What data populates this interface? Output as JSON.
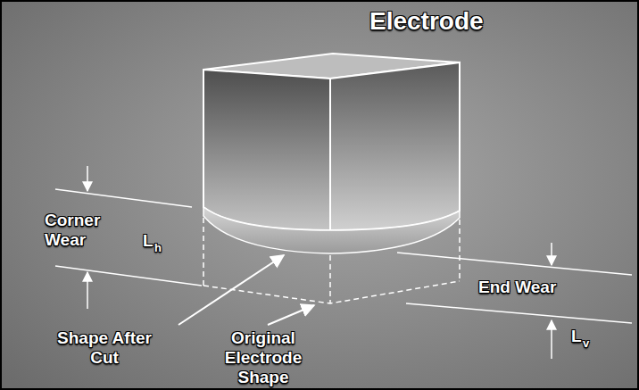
{
  "diagram": {
    "title": "Electrode",
    "labels": [
      "Corner Wear",
      "L",
      "h",
      "End Wear",
      "L",
      "v",
      "Shape After Cut",
      "Original Electrode Shape"
    ]
  }
}
